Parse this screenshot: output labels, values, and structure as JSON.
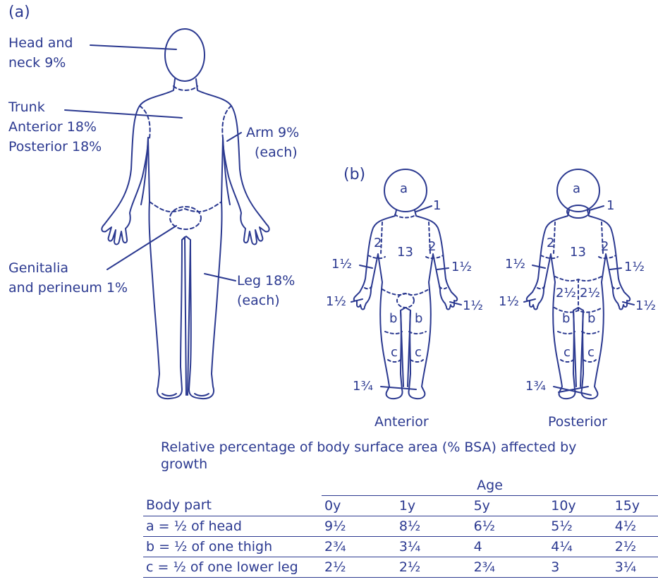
{
  "panel_a": {
    "label": "(a)",
    "head_neck": [
      "Head and",
      "neck 9%"
    ],
    "trunk": [
      "Trunk",
      "Anterior 18%",
      "Posterior 18%"
    ],
    "arm": [
      "Arm 9%",
      "(each)"
    ],
    "genitalia": [
      "Genitalia",
      "and perineum 1%"
    ],
    "leg": [
      "Leg 18%",
      "(each)"
    ]
  },
  "panel_b": {
    "label": "(b)",
    "anterior": {
      "caption": "Anterior",
      "head": "a",
      "neck": "1",
      "trunk": "13",
      "shoulder_left": "2",
      "shoulder_right": "2",
      "forearm_left": "1½",
      "forearm_right": "1½",
      "hand_left": "1½",
      "hand_right": "1½",
      "thigh_left": "b",
      "thigh_right": "b",
      "leg_left": "c",
      "leg_right": "c",
      "foot": "1¾"
    },
    "posterior": {
      "caption": "Posterior",
      "head": "a",
      "neck": "1",
      "trunk": "13",
      "shoulder_left": "2",
      "shoulder_right": "2",
      "forearm_left": "1½",
      "forearm_right": "1½",
      "hand_left": "1½",
      "hand_right": "1½",
      "buttock_left": "2½",
      "buttock_right": "2½",
      "thigh_left": "b",
      "thigh_right": "b",
      "leg_left": "c",
      "leg_right": "c",
      "foot": "1¾"
    }
  },
  "table": {
    "caption": "Relative percentage of body surface area (% BSA) affected by growth",
    "age_header": "Age",
    "columns": [
      "Body part",
      "0y",
      "1y",
      "5y",
      "10y",
      "15y"
    ],
    "rows": [
      [
        "a = ½ of head",
        "9½",
        "8½",
        "6½",
        "5½",
        "4½"
      ],
      [
        "b = ½ of one thigh",
        "2¾",
        "3¼",
        "4",
        "4¼",
        "2½"
      ],
      [
        "c = ½ of one lower leg",
        "2½",
        "2½",
        "2¾",
        "3",
        "3¼"
      ]
    ]
  },
  "colors": {
    "ink": "#2b3990"
  }
}
